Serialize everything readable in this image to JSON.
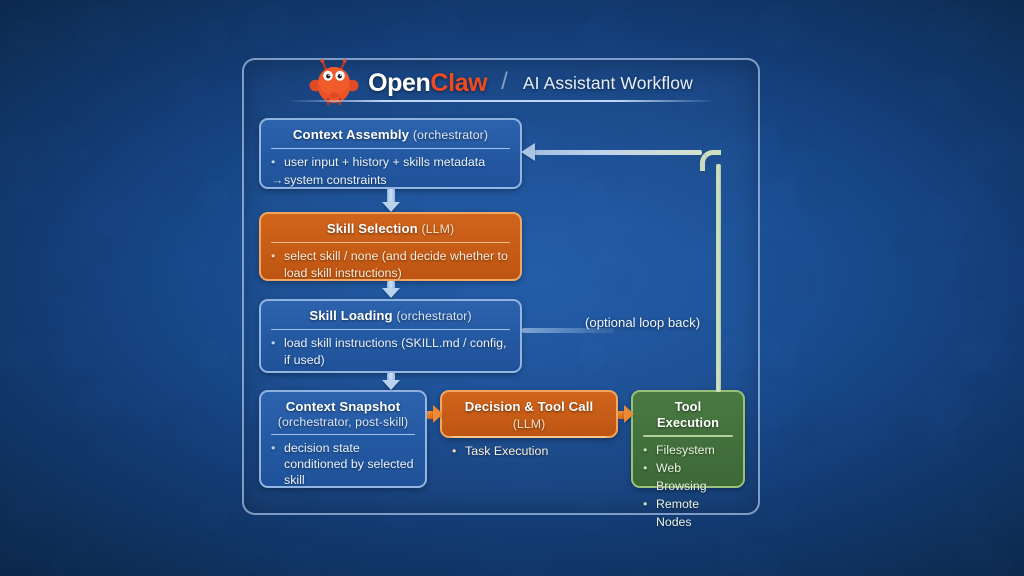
{
  "header": {
    "logo_icon": "openclaw-crab-logo",
    "brand_first": "Open",
    "brand_second": "Claw",
    "separator": "/",
    "subtitle": "AI Assistant Workflow"
  },
  "nodes": {
    "context_assembly": {
      "title": "Context Assembly",
      "subtitle": "(orchestrator)",
      "items": [
        {
          "marker": "•",
          "text": "user input + history + skills metadata"
        },
        {
          "marker": "→",
          "text": "system constraints"
        }
      ]
    },
    "skill_selection": {
      "title": "Skill Selection",
      "subtitle": "(LLM)",
      "items": [
        {
          "marker": "•",
          "text": "select skill / none (and decide whether to load skill instructions)"
        }
      ]
    },
    "skill_loading": {
      "title": "Skill Loading",
      "subtitle": "(orchestrator)",
      "items": [
        {
          "marker": "•",
          "text": "load skill instructions (SKILL.md / config, if used)"
        }
      ]
    },
    "context_snapshot": {
      "title": "Context Snapshot",
      "subtitle": "(orchestrator, post-skill)",
      "items": [
        {
          "marker": "•",
          "text": "decision state conditioned by selected skill"
        }
      ]
    },
    "decision_tool_call": {
      "title": "Decision & Tool Call",
      "subtitle": "(LLM)",
      "items": [
        {
          "marker": "•",
          "text": "Task Execution"
        }
      ]
    },
    "tool_execution": {
      "title": "Tool Execution",
      "subtitle": "",
      "items": [
        {
          "marker": "•",
          "text": "Filesystem"
        },
        {
          "marker": "•",
          "text": "Web Browsing"
        },
        {
          "marker": "•",
          "text": "Remote Nodes"
        }
      ]
    }
  },
  "connectors": {
    "loop_back_label": "(optional loop back)"
  },
  "colors": {
    "background_deep": "#0b2749",
    "background_center": "#1f5aa8",
    "node_blue": "#255ba4",
    "node_orange": "#c85d17",
    "node_green": "#43713c",
    "brand_orange": "#f04a20",
    "arrow_blue": "#b9d2ee",
    "arrow_orange": "#ec8a36",
    "loop_line": "#dbe9c5"
  }
}
